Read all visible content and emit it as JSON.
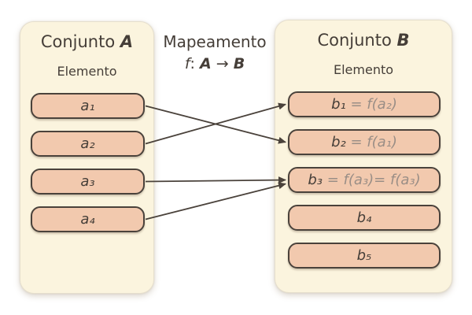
{
  "colors": {
    "background": "#ffffff",
    "panel_fill": "#fbf4de",
    "panel_border": "#e6dfcd",
    "box_fill": "#f2c9ae",
    "box_border": "#4a423b",
    "text_dark": "#453e38",
    "text_muted": "#9a8e86",
    "arrow_color": "#4a423b"
  },
  "set_a": {
    "title_prefix": "Conjunto ",
    "title_set": "A",
    "subtitle": "Elemento",
    "elements": [
      {
        "id": "a1",
        "label": "a₁"
      },
      {
        "id": "a2",
        "label": "a₂"
      },
      {
        "id": "a3",
        "label": "a₃"
      },
      {
        "id": "a4",
        "label": "a₄"
      }
    ]
  },
  "mapping": {
    "title": "Mapeamento",
    "formula": {
      "f": "f",
      "colon": ": ",
      "domain": "A",
      "arrow": " → ",
      "codomain": "B"
    },
    "arrows": [
      {
        "from": "a1",
        "to": "b2"
      },
      {
        "from": "a2",
        "to": "b1"
      },
      {
        "from": "a3",
        "to": "b3"
      },
      {
        "from": "a4",
        "to": "b3"
      }
    ]
  },
  "set_b": {
    "title_prefix": "Conjunto ",
    "title_set": "B",
    "subtitle": "Elemento",
    "elements": [
      {
        "id": "b1",
        "label": "b₁",
        "formula": " = f(a₂)"
      },
      {
        "id": "b2",
        "label": "b₂",
        "formula": " = f(a₁)"
      },
      {
        "id": "b3",
        "label": "b₃",
        "formula": " = f(a₃)= f(a₃)"
      },
      {
        "id": "b4",
        "label": "b₄",
        "formula": ""
      },
      {
        "id": "b5",
        "label": "b₅",
        "formula": ""
      }
    ]
  }
}
